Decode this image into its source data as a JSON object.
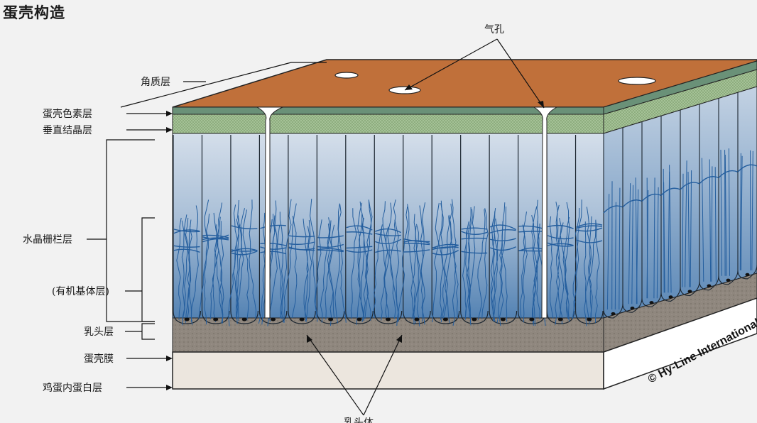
{
  "title": "蛋壳构造",
  "labels": {
    "pores": "气孔",
    "cuticle": "角质层",
    "pigment": "蛋壳色素层",
    "vertical_crystal": "垂直结晶层",
    "palisade": "水晶栅栏层",
    "organic_matrix": "(有机基体层)",
    "mammillary": "乳头层",
    "membrane": "蛋壳膜",
    "albumen": "鸡蛋内蛋白层",
    "mammillary_bodies": "乳头体"
  },
  "watermark": "© Hy-Line International",
  "colors": {
    "cuticle_top": "#c0703a",
    "pigment_band": "#6a9178",
    "crystal_band": "#a8c49a",
    "palisade_top": "#c9d7e6",
    "palisade_bottom": "#5b86b4",
    "fiber": "#245e9e",
    "mammillary_band": "#8e857c",
    "membrane": "#ece6de",
    "side_face": "#ffffff"
  }
}
